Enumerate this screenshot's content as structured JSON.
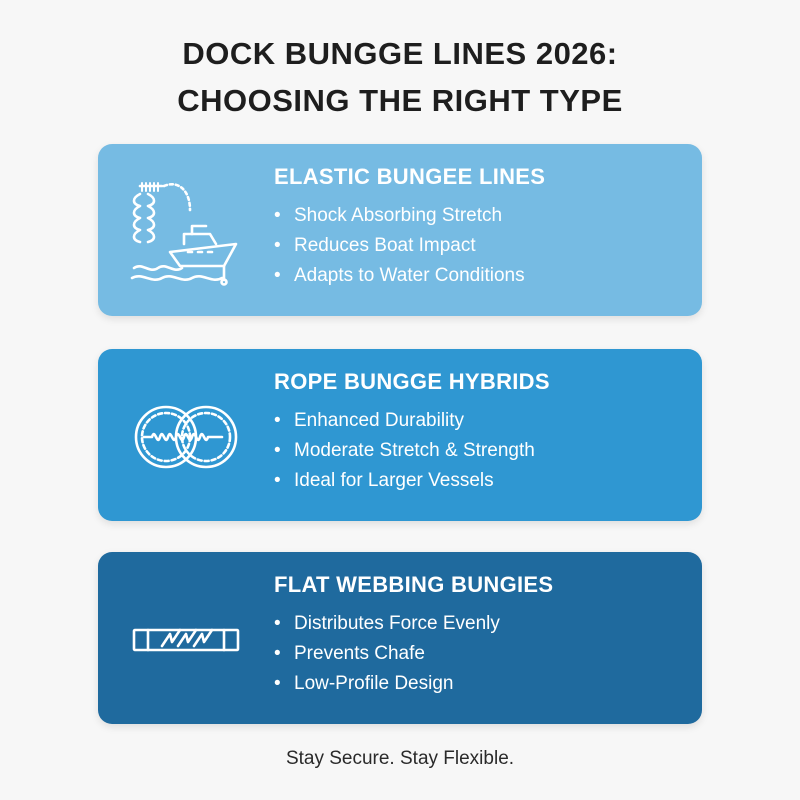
{
  "title": {
    "line1": "DOCK BUNGGE LINES 2026:",
    "line2": "CHOOSING THE RIGHT TYPE"
  },
  "cards": [
    {
      "heading": "ELASTIC BUNGEE LINES",
      "icon": "boat-bungee-icon",
      "color": "#76bbe3",
      "items": [
        "Shock Absorbing Stretch",
        "Reduces Boat Impact",
        "Adapts to Water Conditions"
      ]
    },
    {
      "heading": "ROPE BUNGGE HYBRIDS",
      "icon": "rope-rings-icon",
      "color": "#2f97d2",
      "items": [
        "Enhanced Durability",
        "Moderate Stretch & Strength",
        "Ideal for Larger Vessels"
      ]
    },
    {
      "heading": "FLAT WEBBING BUNGIES",
      "icon": "webbing-strap-icon",
      "color": "#1f6a9e",
      "items": [
        "Distributes Force Evenly",
        "Prevents Chafe",
        "Low-Profile Design"
      ]
    }
  ],
  "bullet": "•",
  "footer": "Stay Secure. Stay Flexible."
}
